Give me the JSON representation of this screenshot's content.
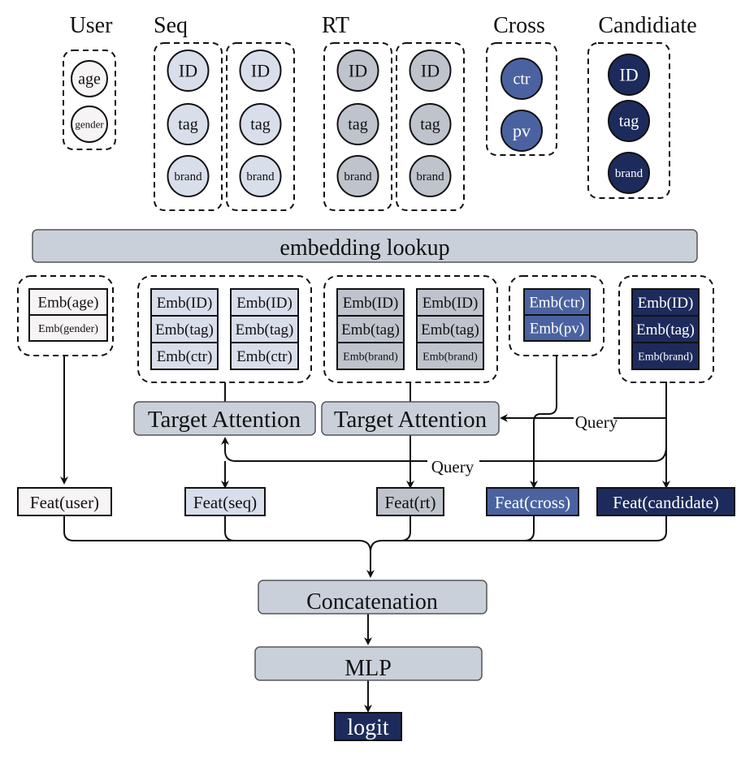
{
  "colors": {
    "user": "#f7f4f5",
    "seq": "#d8deea",
    "rt": "#bfc3cc",
    "cross": "#4a62a0",
    "candidate": "#1d2b5c",
    "process": "#c9d0da",
    "text_dark": "#111111",
    "text_light": "#ffffff"
  },
  "input_groups": [
    {
      "key": "user",
      "title": "User",
      "columns": [
        [
          "age",
          "gender"
        ]
      ]
    },
    {
      "key": "seq",
      "title": "Seq",
      "columns": [
        [
          "ID",
          "tag",
          "brand"
        ],
        [
          "ID",
          "tag",
          "brand"
        ]
      ]
    },
    {
      "key": "rt",
      "title": "RT",
      "columns": [
        [
          "ID",
          "tag",
          "brand"
        ],
        [
          "ID",
          "tag",
          "brand"
        ]
      ]
    },
    {
      "key": "cross",
      "title": "Cross",
      "columns": [
        [
          "ctr",
          "pv"
        ]
      ]
    },
    {
      "key": "candidate",
      "title": "Candidiate",
      "columns": [
        [
          "ID",
          "tag",
          "brand"
        ]
      ]
    }
  ],
  "embedding_lookup": {
    "label": "embedding lookup"
  },
  "embedding_groups": [
    {
      "key": "user",
      "columns": [
        [
          "Emb(age)",
          "Emb(gender)"
        ]
      ]
    },
    {
      "key": "seq",
      "columns": [
        [
          "Emb(ID)",
          "Emb(tag)",
          "Emb(ctr)"
        ],
        [
          "Emb(ID)",
          "Emb(tag)",
          "Emb(ctr)"
        ]
      ]
    },
    {
      "key": "rt",
      "columns": [
        [
          "Emb(ID)",
          "Emb(tag)",
          "Emb(brand)"
        ],
        [
          "Emb(ID)",
          "Emb(tag)",
          "Emb(brand)"
        ]
      ]
    },
    {
      "key": "cross",
      "columns": [
        [
          "Emb(ctr)",
          "Emb(pv)"
        ]
      ]
    },
    {
      "key": "candidate",
      "columns": [
        [
          "Emb(ID)",
          "Emb(tag)",
          "Emb(brand)"
        ]
      ]
    }
  ],
  "attention": [
    {
      "label": "Target Attention"
    },
    {
      "label": "Target Attention"
    }
  ],
  "query_labels": [
    "Query",
    "Query"
  ],
  "features": [
    {
      "key": "user",
      "label": "Feat(user)"
    },
    {
      "key": "seq",
      "label": "Feat(seq)"
    },
    {
      "key": "rt",
      "label": "Feat(rt)"
    },
    {
      "key": "cross",
      "label": "Feat(cross)"
    },
    {
      "key": "candidate",
      "label": "Feat(candidate)"
    }
  ],
  "concatenation": {
    "label": "Concatenation"
  },
  "mlp": {
    "label": "MLP"
  },
  "output": {
    "label": "logit"
  }
}
